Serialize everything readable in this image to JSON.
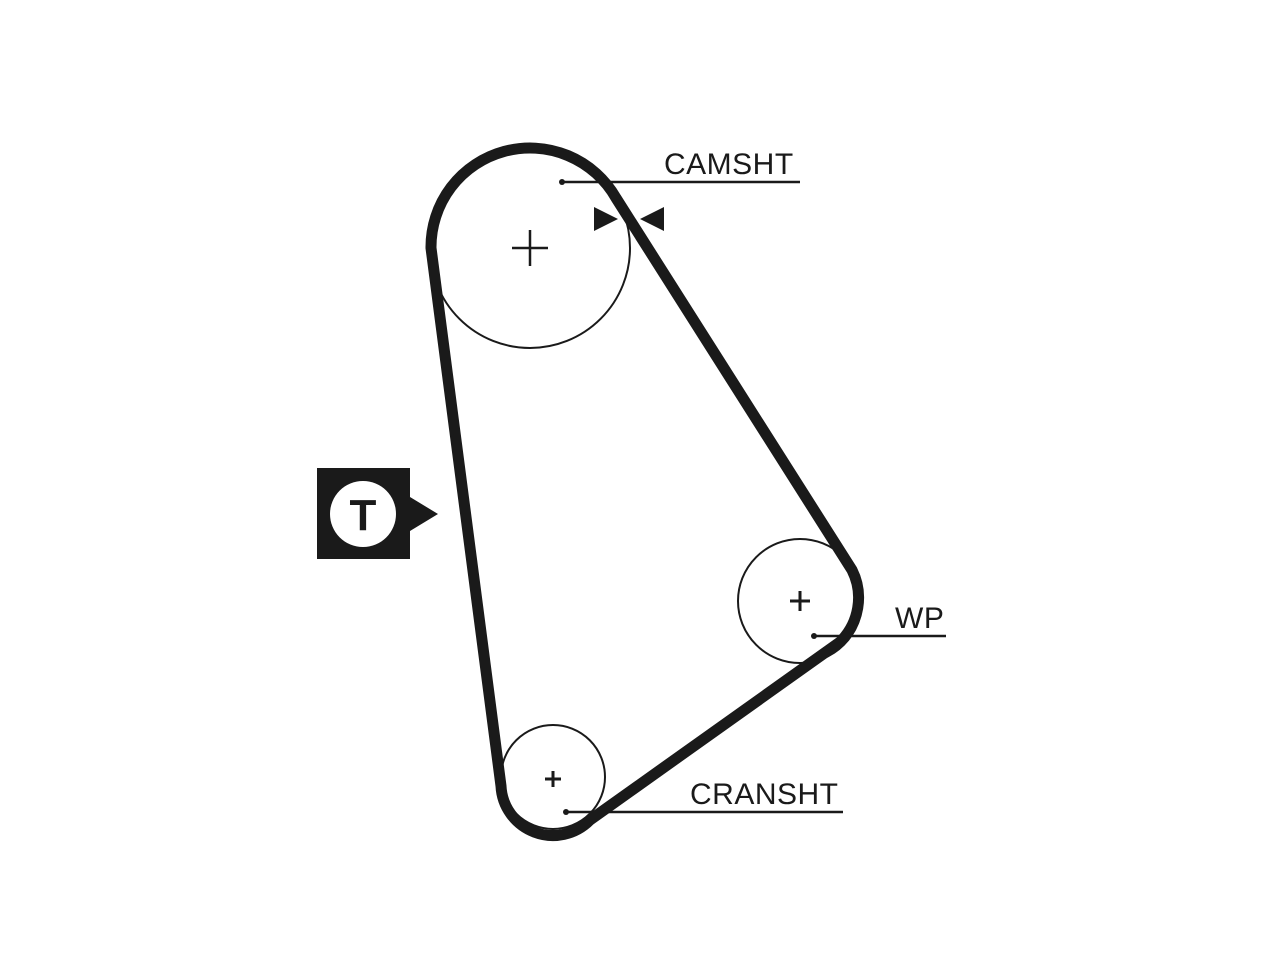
{
  "diagram": {
    "pulleys": [
      {
        "id": "camshaft",
        "label": "CAMSHT"
      },
      {
        "id": "water-pump",
        "label": "WP"
      },
      {
        "id": "crankshaft",
        "label": "CRANSHT"
      }
    ],
    "tensioner_marker": {
      "letter": "T"
    },
    "colors": {
      "belt": "#1a1a1a",
      "outline": "#1a1a1a",
      "background": "#ffffff"
    }
  }
}
